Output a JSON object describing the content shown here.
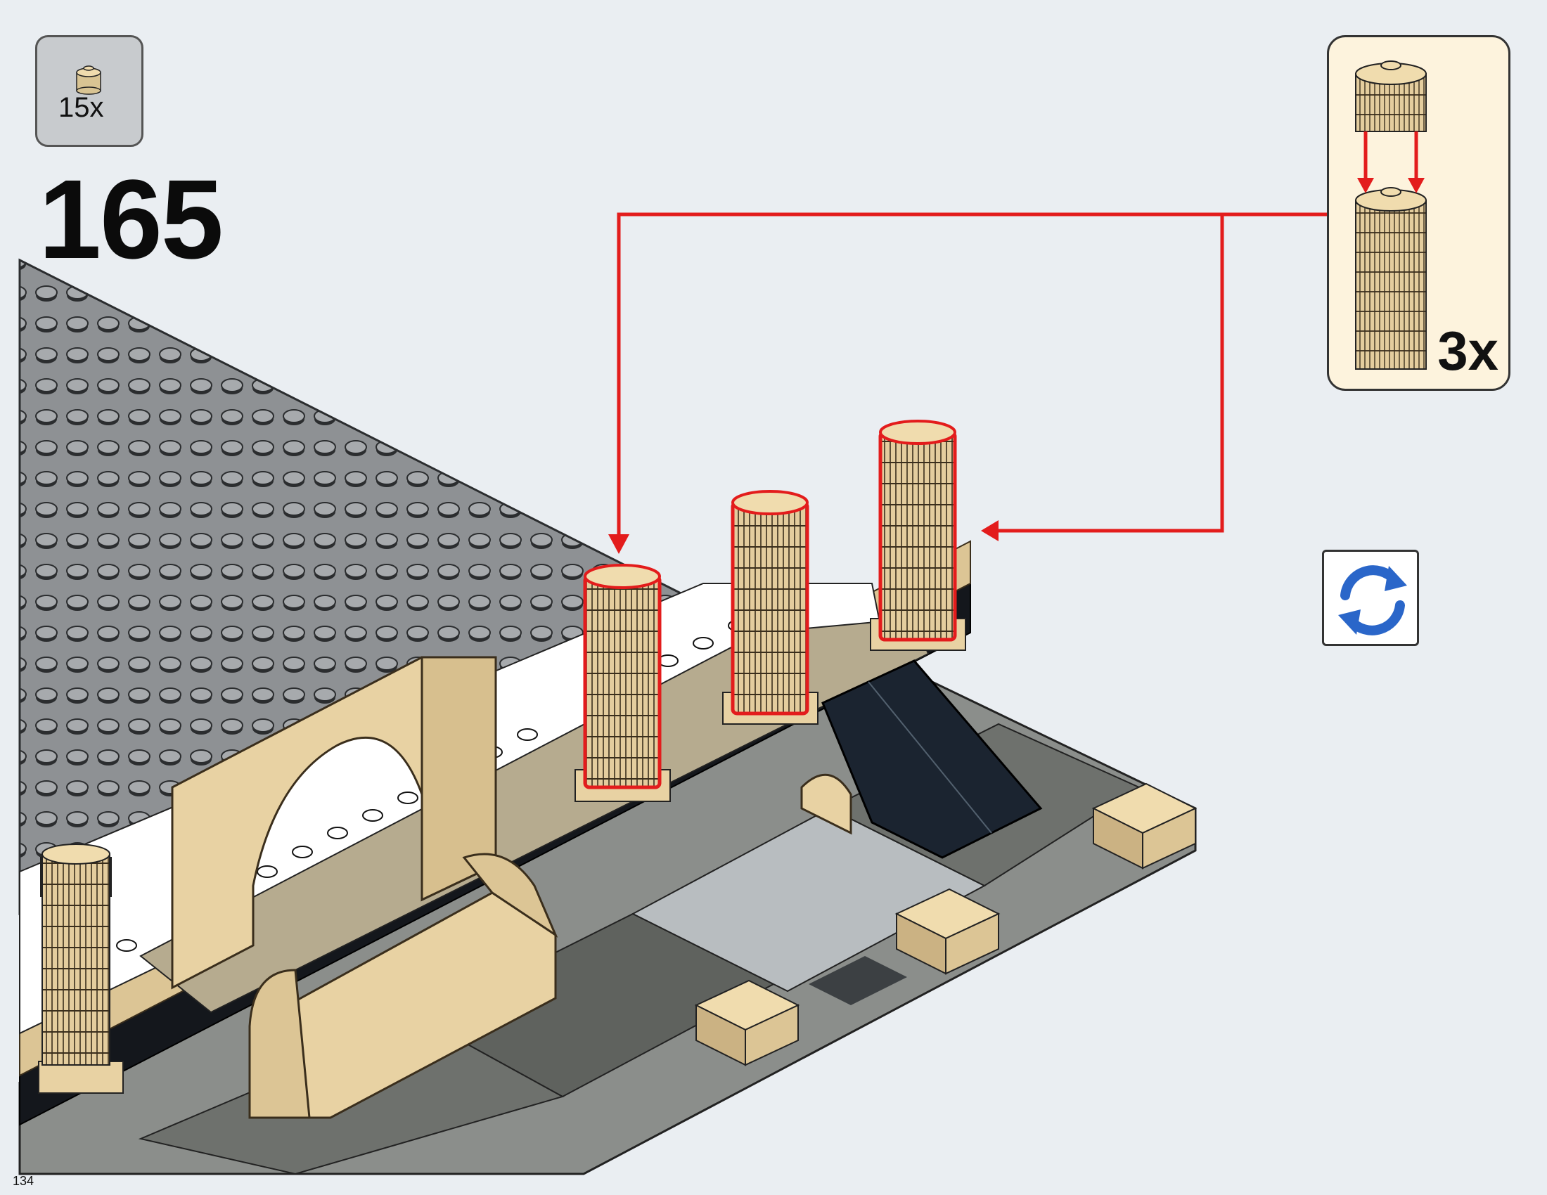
{
  "parts_list": {
    "quantity": "15x",
    "icon": "round-tile-2x2-icon"
  },
  "step": {
    "number": "165"
  },
  "callout": {
    "quantity": "3x",
    "icon": "column-subassembly-icon"
  },
  "rotate": {
    "icon": "rotate-model-icon"
  },
  "footer": {
    "page_number": "134"
  },
  "colors": {
    "background": "#eaeef2",
    "baseplate": "#8e9194",
    "tan": "#e4cd9e",
    "arrow": "#e31c1c",
    "rotate_icon": "#2a66c9",
    "callout_bg": "#fdf3dd"
  }
}
